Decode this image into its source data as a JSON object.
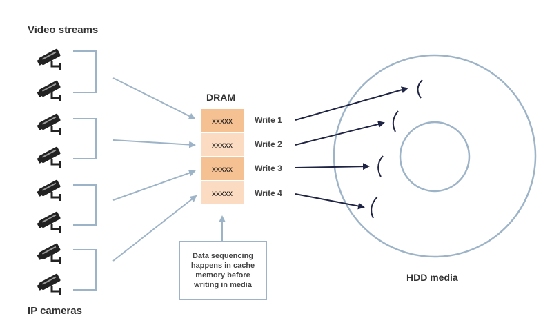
{
  "labels": {
    "video_streams": "Video streams",
    "ip_cameras": "IP cameras",
    "dram_title": "DRAM",
    "hdd_media": "HDD media"
  },
  "dram_cells": [
    {
      "text": "xxxxx",
      "color": "#f5c092"
    },
    {
      "text": "xxxxx",
      "color": "#fbdcc3"
    },
    {
      "text": "xxxxx",
      "color": "#f5c092"
    },
    {
      "text": "xxxxx",
      "color": "#fbdcc3"
    }
  ],
  "writes": [
    "Write 1",
    "Write 2",
    "Write 3",
    "Write 4"
  ],
  "note": "Data sequencing\nhappens in cache\nmemory before\nwriting in media",
  "colors": {
    "connector": "#9db3c8",
    "write_arrow": "#1f2444",
    "disk": "#9db3c8",
    "camera": "#222222"
  },
  "icons": {
    "camera": "security-camera-icon"
  }
}
